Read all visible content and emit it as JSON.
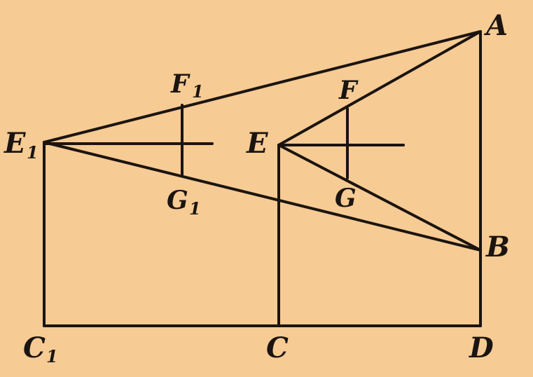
{
  "diagram": {
    "background": "#F6CB94",
    "ink": "#1b1410",
    "labels": {
      "A": "A",
      "B": "B",
      "C": "C",
      "D": "D",
      "E": "E",
      "F": "F",
      "G": "G",
      "C1": "C",
      "E1": "E",
      "F1": "F",
      "G1": "G",
      "subscript": "1"
    }
  }
}
